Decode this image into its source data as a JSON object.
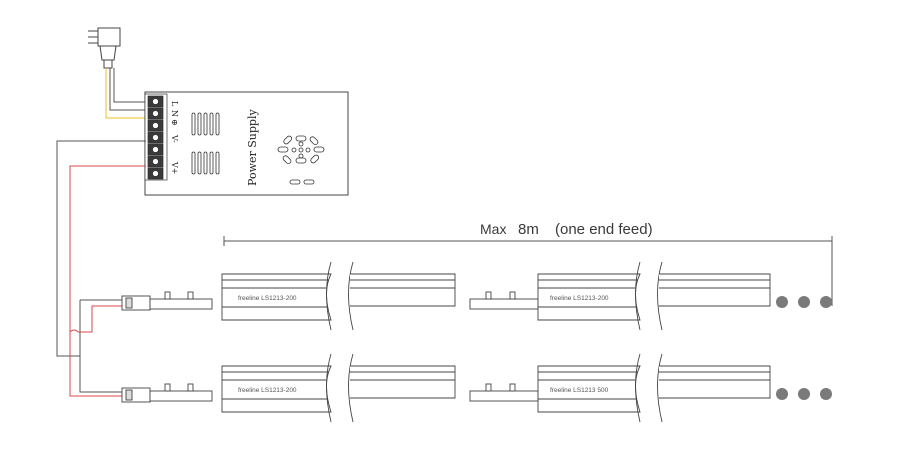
{
  "power_supply": {
    "label": "Power Supply",
    "terminals": [
      "L",
      "N",
      "⊕",
      "V-",
      "V+"
    ]
  },
  "dimension": {
    "prefix": "Max",
    "value": "8m",
    "note": "(one end feed)"
  },
  "strips": {
    "row1_seg1_label": "freeline LS1213-200",
    "row1_seg2_label": "freeline LS1213-200",
    "row2_seg1_label": "freeline LS1213-200",
    "row2_seg2_label": "freeline LS1213 500"
  },
  "colors": {
    "wire_red": "#d84a4a",
    "wire_yellow": "#e8c020",
    "wire_dark": "#555555",
    "continuation_dot": "#7a7a7a"
  },
  "icons": [
    "plug-icon",
    "fan-grille-icon",
    "continuation-dots-icon"
  ]
}
